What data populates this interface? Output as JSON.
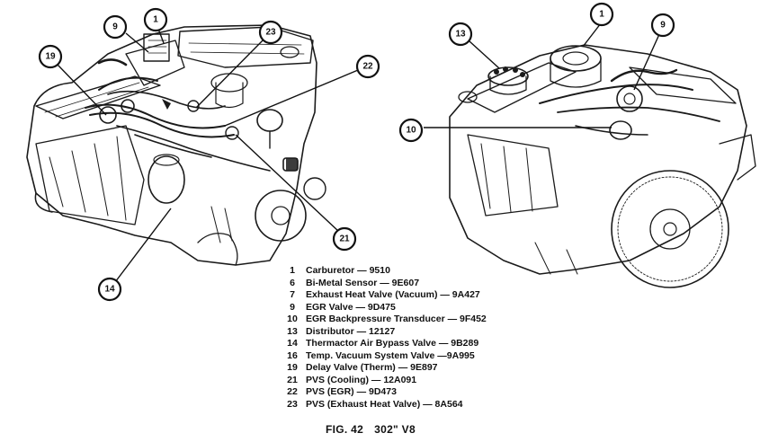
{
  "figure": {
    "number": "FIG. 42",
    "engine": "302\" V8"
  },
  "callouts_left": [
    "9",
    "1",
    "23",
    "22",
    "19",
    "21",
    "14"
  ],
  "callouts_right": [
    "1",
    "13",
    "9",
    "10"
  ],
  "legend": [
    {
      "num": "1",
      "desc": "Carburetor — 9510"
    },
    {
      "num": "6",
      "desc": "Bi-Metal Sensor — 9E607"
    },
    {
      "num": "7",
      "desc": "Exhaust Heat Valve (Vacuum) — 9A427"
    },
    {
      "num": "9",
      "desc": "EGR Valve — 9D475"
    },
    {
      "num": "10",
      "desc": "EGR Backpressure Transducer — 9F452"
    },
    {
      "num": "13",
      "desc": "Distributor — 12127"
    },
    {
      "num": "14",
      "desc": "Thermactor Air Bypass Valve — 9B289"
    },
    {
      "num": "16",
      "desc": "Temp. Vacuum System Valve —9A995"
    },
    {
      "num": "19",
      "desc": "Delay Valve (Therm) — 9E897"
    },
    {
      "num": "21",
      "desc": "PVS (Cooling) — 12A091"
    },
    {
      "num": "22",
      "desc": "PVS (EGR) — 9D473"
    },
    {
      "num": "23",
      "desc": "PVS (Exhaust Heat Valve) — 8A564"
    }
  ]
}
